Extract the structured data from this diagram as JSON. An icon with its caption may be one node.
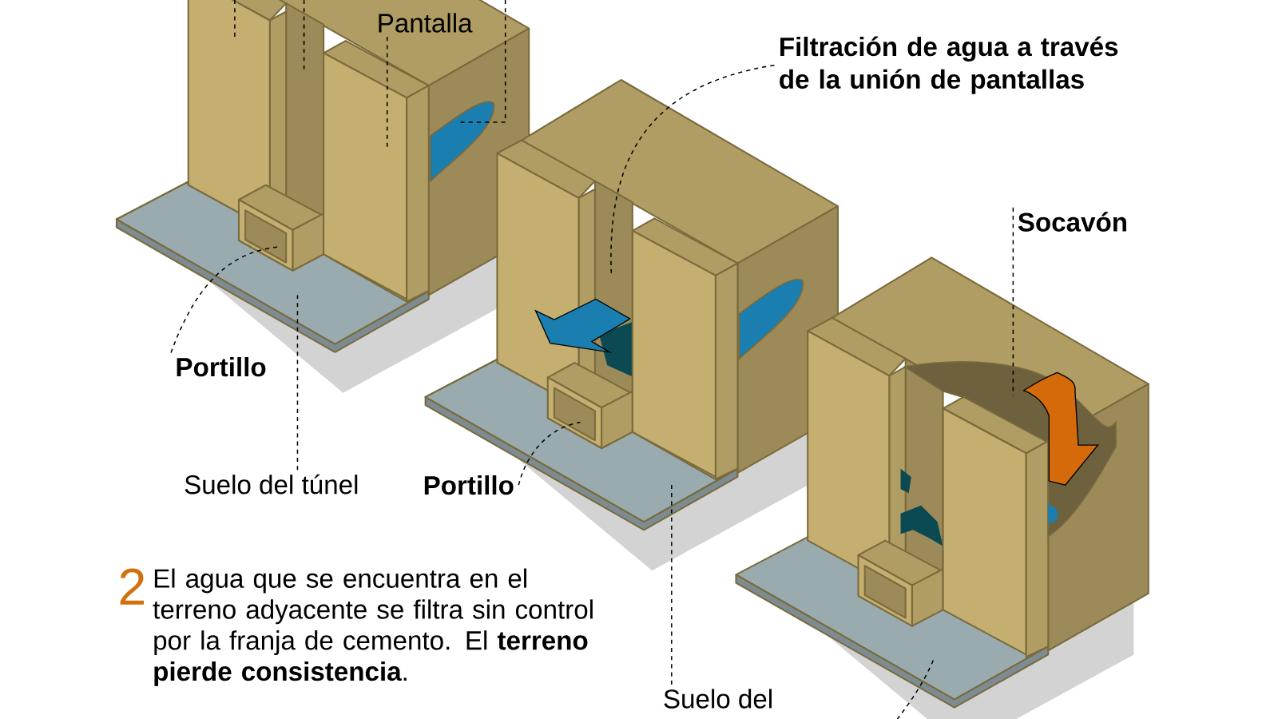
{
  "diagram": {
    "nodes": [
      {
        "text": [
          "Pantalla"
        ]
      },
      {
        "text": [
          "Filtración de agua a través de la unión de pantallas"
        ]
      },
      {
        "text": [
          "Socavón"
        ]
      },
      {
        "text": [
          "Portillo"
        ]
      },
      {
        "text": [
          "Suelo del túnel"
        ]
      },
      {
        "text": [
          "Portillo"
        ]
      },
      {
        "text": [
          "Suelo del"
        ]
      },
      {
        "text": [],
        "shape": "box"
      },
      {
        "text": [],
        "shape": "box"
      },
      {
        "text": [],
        "shape": "box"
      },
      {
        "text": [],
        "shape": "box"
      }
    ],
    "edges": [
      {
        "from": 0,
        "to": null,
        "arrow": "none"
      },
      {
        "from": 1,
        "to": null,
        "arrow": "none"
      },
      {
        "from": 2,
        "to": null,
        "arrow": "none"
      },
      {
        "from": 3,
        "to": 9,
        "arrow": "none"
      },
      {
        "from": 4,
        "to": 7,
        "arrow": "none"
      },
      {
        "from": 5,
        "to": 10,
        "arrow": "none"
      },
      {
        "from": 6,
        "to": 8,
        "arrow": "none"
      }
    ],
    "labels": [
      "2",
      "El agua que se encuentra en el terreno adyacente se filtra sin control por la franja de cemento. El **terreno pierde consistencia**."
    ]
  }
}
